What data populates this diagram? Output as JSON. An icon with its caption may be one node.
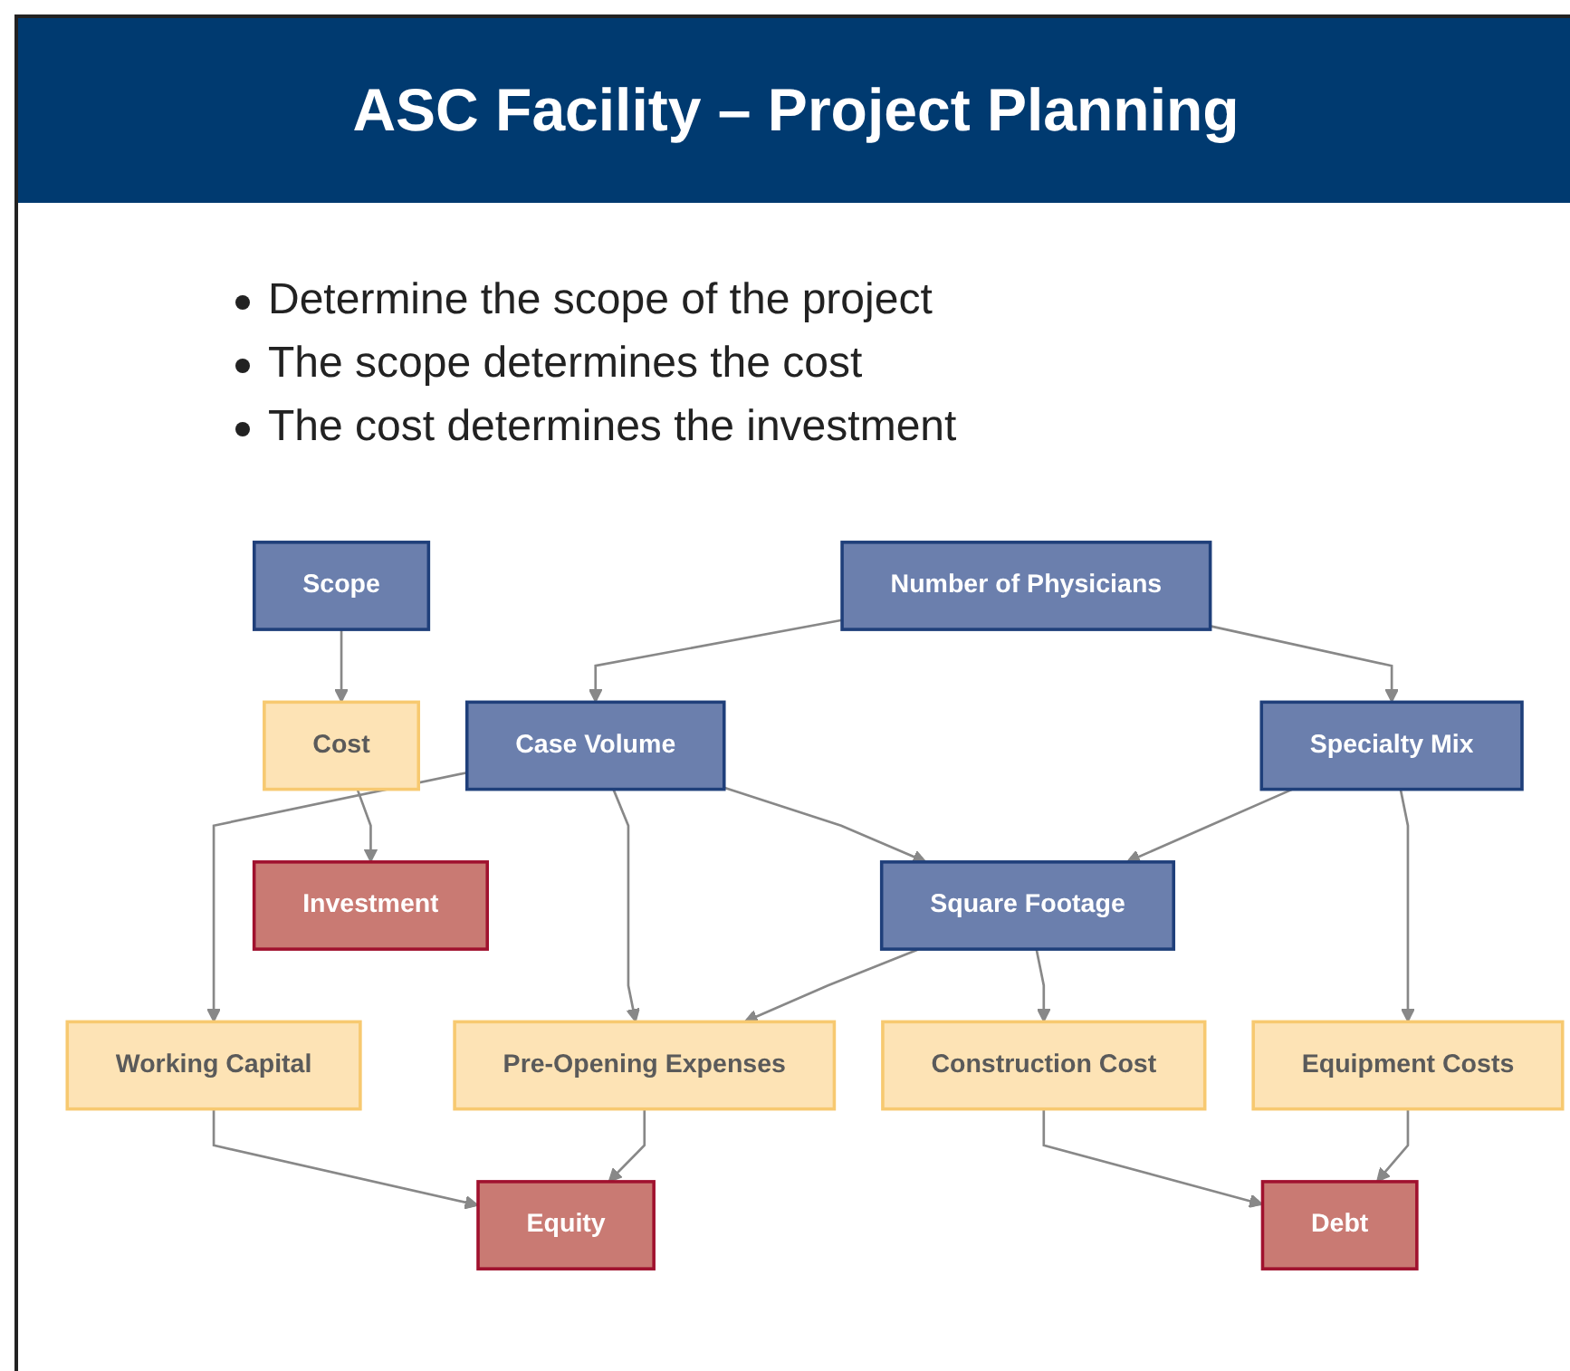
{
  "diagram": {
    "title": "ASC Facility – Project Planning",
    "nodes": [
      {
        "text": [
          "Number of Physicians"
        ]
      },
      {
        "text": [
          "Case Volume"
        ]
      },
      {
        "text": [
          "Specialty Mix"
        ]
      },
      {
        "text": [
          "Square Footage"
        ]
      },
      {
        "text": [
          "Working Capital"
        ]
      },
      {
        "text": [
          "Pre-Opening Expenses"
        ]
      },
      {
        "text": [
          "Construction Cost"
        ]
      },
      {
        "text": [
          "Equipment Costs"
        ]
      },
      {
        "text": [
          "Equity"
        ]
      },
      {
        "text": [
          "Debt"
        ]
      },
      {
        "text": [
          "Scope"
        ]
      },
      {
        "text": [
          "Cost"
        ]
      },
      {
        "text": [
          "Investment"
        ]
      }
    ],
    "edges": [
      {
        "from": 0,
        "to": 1,
        "arrow": "to"
      },
      {
        "from": 0,
        "to": 2,
        "arrow": "to"
      },
      {
        "from": 1,
        "to": 3,
        "arrow": "to"
      },
      {
        "from": 2,
        "to": 3,
        "arrow": "to"
      },
      {
        "from": 1,
        "to": 4,
        "arrow": "to"
      },
      {
        "from": 1,
        "to": 5,
        "arrow": "to"
      },
      {
        "from": 2,
        "to": 7,
        "arrow": "to"
      },
      {
        "from": 3,
        "to": 5,
        "arrow": "to"
      },
      {
        "from": 3,
        "to": 6,
        "arrow": "to"
      },
      {
        "from": 4,
        "to": 8,
        "arrow": "to"
      },
      {
        "from": 5,
        "to": 8,
        "arrow": "to"
      },
      {
        "from": 6,
        "to": 9,
        "arrow": "to"
      },
      {
        "from": 7,
        "to": 9,
        "arrow": "to"
      },
      {
        "from": 10,
        "to": 11,
        "arrow": "to"
      },
      {
        "from": 11,
        "to": 12,
        "arrow": "to"
      }
    ],
    "labels": [
      "Determine the scope of the project",
      "The scope determines the cost",
      "The cost determines the investment"
    ]
  }
}
